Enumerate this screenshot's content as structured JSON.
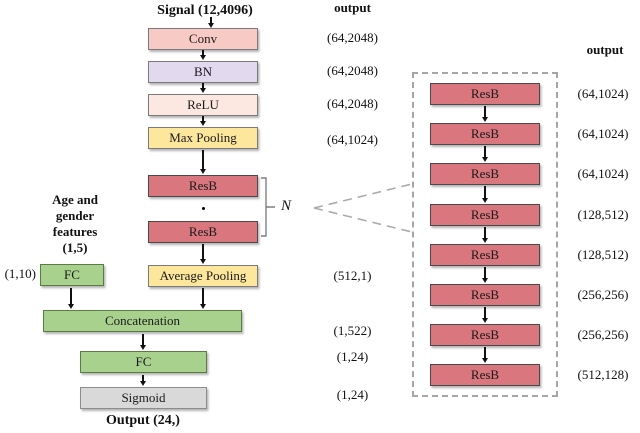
{
  "figure": {
    "input_label": "Signal (12,4096)",
    "output_label": "Output (24,)",
    "repeat_symbol": "N",
    "ellipsis_dot": "•",
    "age_gender_label": "Age and\ngender\nfeatures\n(1,5)",
    "fc_branch": {
      "label": "FC",
      "output": "(1,10)"
    }
  },
  "main_flow": {
    "boxes": [
      {
        "label": "Conv"
      },
      {
        "label": "BN"
      },
      {
        "label": "ReLU"
      },
      {
        "label": "Max Pooling"
      },
      {
        "label": "ResB"
      },
      {
        "label": "ResB"
      },
      {
        "label": "Average Pooling"
      },
      {
        "label": "Concatenation"
      },
      {
        "label": "FC"
      },
      {
        "label": "Sigmoid"
      }
    ]
  },
  "outputs_column": {
    "header": "output",
    "values": [
      "(64,2048)",
      "(64,2048)",
      "(64,2048)",
      "(64,1024)",
      "(512,1)",
      "(1,522)",
      "(1,24)",
      "(1,24)"
    ]
  },
  "resb_stack": {
    "header": "output",
    "blocks": [
      {
        "label": "ResB",
        "output": "(64,1024)"
      },
      {
        "label": "ResB",
        "output": "(64,1024)"
      },
      {
        "label": "ResB",
        "output": "(64,1024)"
      },
      {
        "label": "ResB",
        "output": "(128,512)"
      },
      {
        "label": "ResB",
        "output": "(128,512)"
      },
      {
        "label": "ResB",
        "output": "(256,256)"
      },
      {
        "label": "ResB",
        "output": "(256,256)"
      },
      {
        "label": "ResB",
        "output": "(512,128)"
      }
    ]
  },
  "colors": {
    "conv_fill": "#f8cac5",
    "bn_fill": "#e2d9ef",
    "relu_fill": "#fce8e0",
    "pooling_fill": "#fde79c",
    "resb_fill": "#d9767e",
    "fc_fill": "#a9d18e",
    "sigmoid_fill": "#d9d9d9",
    "dashed_gray": "#a6a6a6"
  }
}
